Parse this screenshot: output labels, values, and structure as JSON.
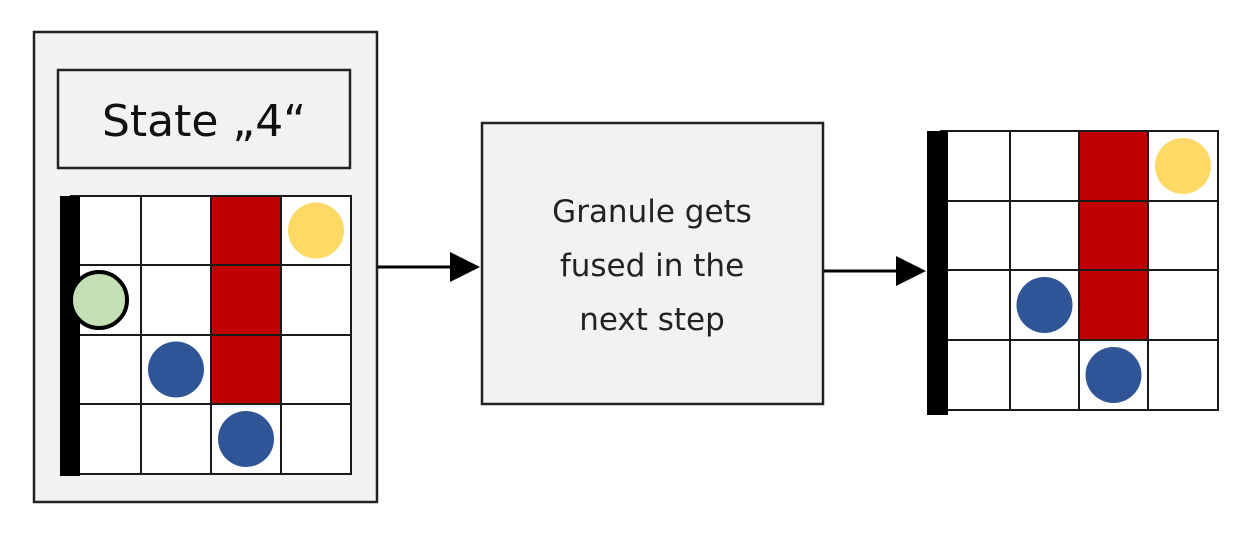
{
  "state_panel": {
    "title": "State „4“"
  },
  "process": {
    "lines": [
      "Granule gets",
      "fused in the",
      "next step"
    ]
  },
  "colors": {
    "red": "#c00000",
    "yellow": "#ffd966",
    "blue": "#2f5597",
    "green": "#c5e0b4",
    "panel": "#f2f2f2",
    "black": "#000000"
  },
  "before_grid": {
    "rows": 4,
    "cols": 4,
    "red_column": 2,
    "red_rows": [
      0,
      1,
      2
    ],
    "granules": [
      {
        "row": 0,
        "col": 3,
        "color": "yellow",
        "outlined": false
      },
      {
        "row": 1,
        "col": 0,
        "color": "green",
        "outlined": true
      },
      {
        "row": 2,
        "col": 1,
        "color": "blue",
        "outlined": false
      },
      {
        "row": 3,
        "col": 2,
        "color": "blue",
        "outlined": false
      }
    ]
  },
  "after_grid": {
    "rows": 4,
    "cols": 4,
    "red_column": 2,
    "red_rows": [
      0,
      1,
      2
    ],
    "granules": [
      {
        "row": 0,
        "col": 3,
        "color": "yellow",
        "outlined": false
      },
      {
        "row": 2,
        "col": 1,
        "color": "blue",
        "outlined": false
      },
      {
        "row": 3,
        "col": 2,
        "color": "blue",
        "outlined": false
      }
    ]
  }
}
